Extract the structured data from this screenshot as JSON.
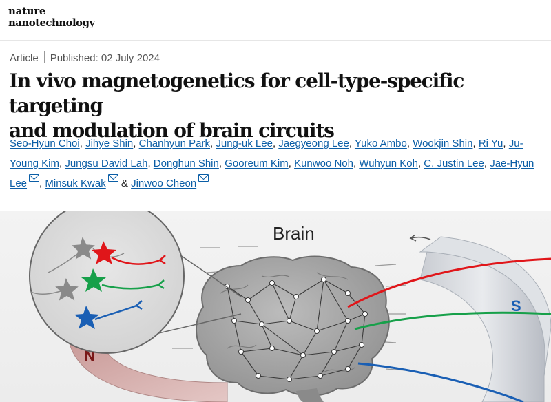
{
  "journal": {
    "line1": "nature",
    "line2": "nanotechnology"
  },
  "article": {
    "type": "Article",
    "published": "Published: 02 July 2024",
    "title_line1": "In vivo magnetogenetics for cell-type-specific targeting",
    "title_line2": "and modulation of brain circuits"
  },
  "authors": [
    "Seo-Hyun Choi",
    "Jihye Shin",
    "Chanhyun Park",
    "Jung-uk Lee",
    "Jaegyeong Lee",
    "Yuko Ambo",
    "Wookjin Shin",
    "Ri Yu",
    "Ju-Young Kim",
    "Jungsu David Lah",
    "Donghun Shin",
    "Gooreum Kim",
    "Kunwoo Noh",
    "Wuhyun Koh",
    "C. Justin Lee",
    "Jae-Hyun Lee",
    "Minsuk Kwak",
    "Jinwoo Cheon"
  ],
  "authors_conjunction": "&",
  "figure": {
    "brain_label": "Brain",
    "pole_south": "S",
    "pole_north": "N"
  },
  "colors": {
    "link": "#0b5ea6",
    "red_cell": "#e0161a",
    "green_cell": "#17a04a",
    "blue_cell": "#1a5fb4"
  },
  "icons": [
    "mail-icon",
    "arrow-icon"
  ]
}
